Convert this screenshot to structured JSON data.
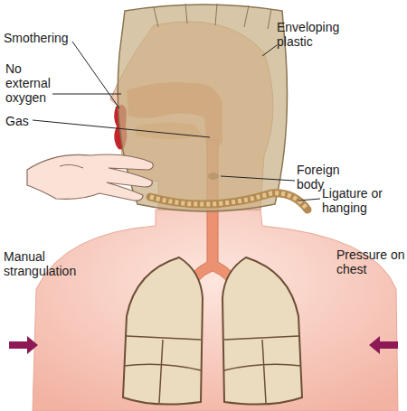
{
  "diagram": {
    "labels": [
      "Smothering",
      "No external oxygen",
      "Gas",
      "Enveloping plastic",
      "Foreign body",
      "Ligature or hanging",
      "Manual strangulation",
      "Pressure on chest"
    ]
  }
}
